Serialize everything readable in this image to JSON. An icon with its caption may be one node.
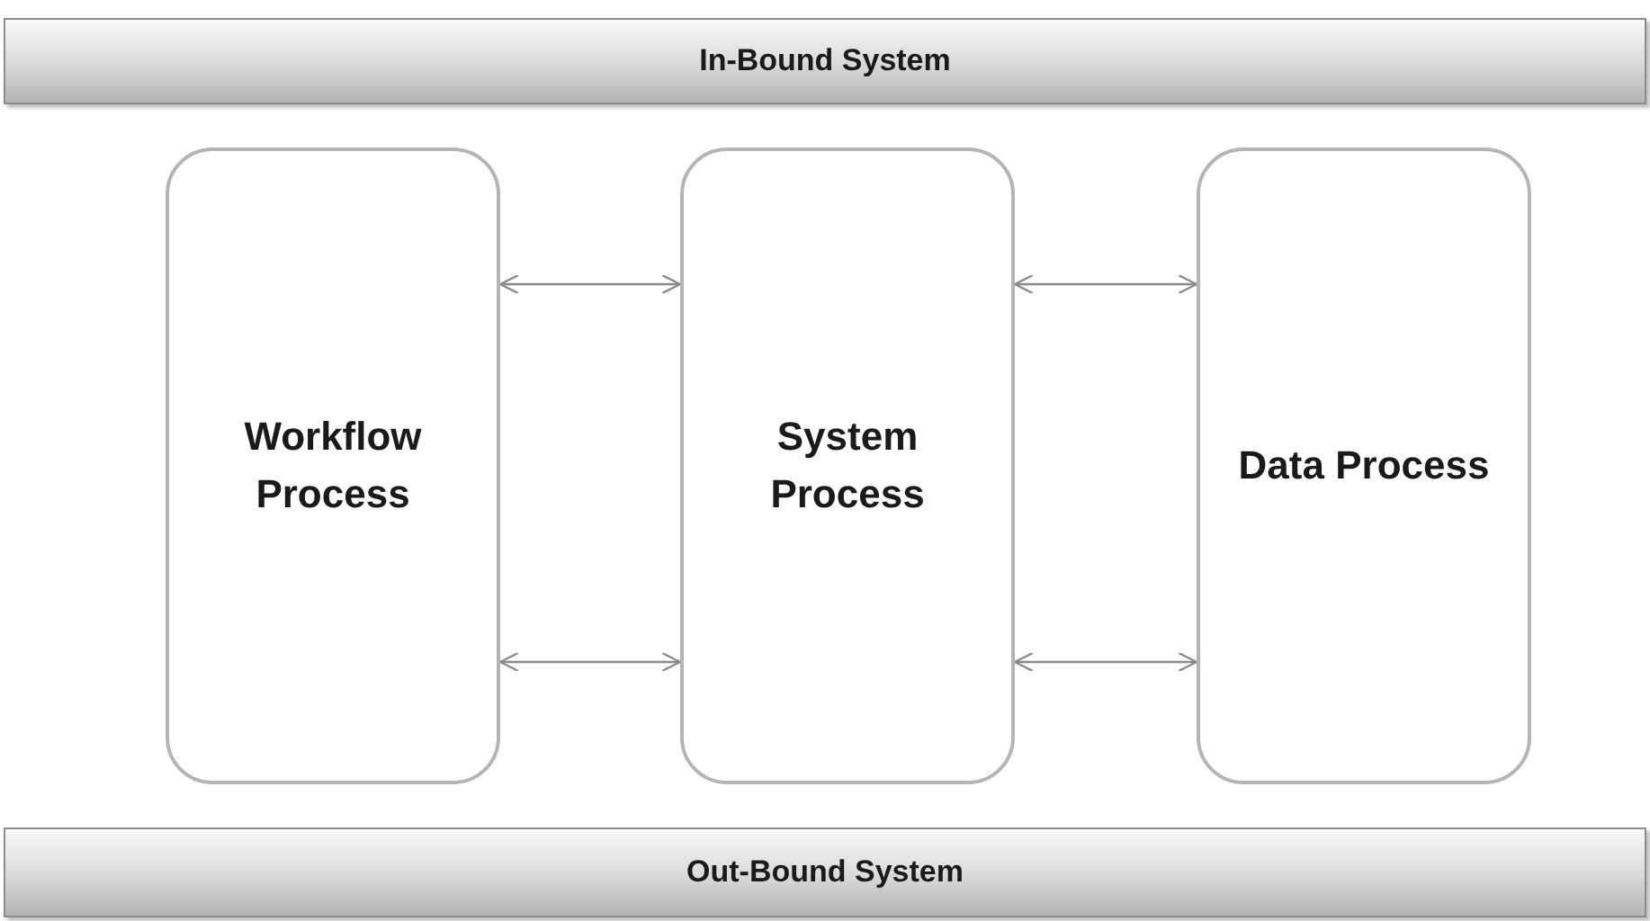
{
  "diagram": {
    "nodes": [
      {
        "text": [
          "In-Bound System"
        ]
      },
      {
        "text": [
          "Workflow Process"
        ]
      },
      {
        "text": [
          "System Process"
        ]
      },
      {
        "text": [
          "Data Process"
        ]
      },
      {
        "text": [
          "Out-Bound System"
        ]
      }
    ],
    "edges": [
      {
        "from": 1,
        "to": 2,
        "arrow": "both"
      },
      {
        "from": 2,
        "to": 3,
        "arrow": "both"
      },
      {
        "from": 1,
        "to": 2,
        "arrow": "both"
      },
      {
        "from": 2,
        "to": 3,
        "arrow": "both"
      }
    ]
  }
}
